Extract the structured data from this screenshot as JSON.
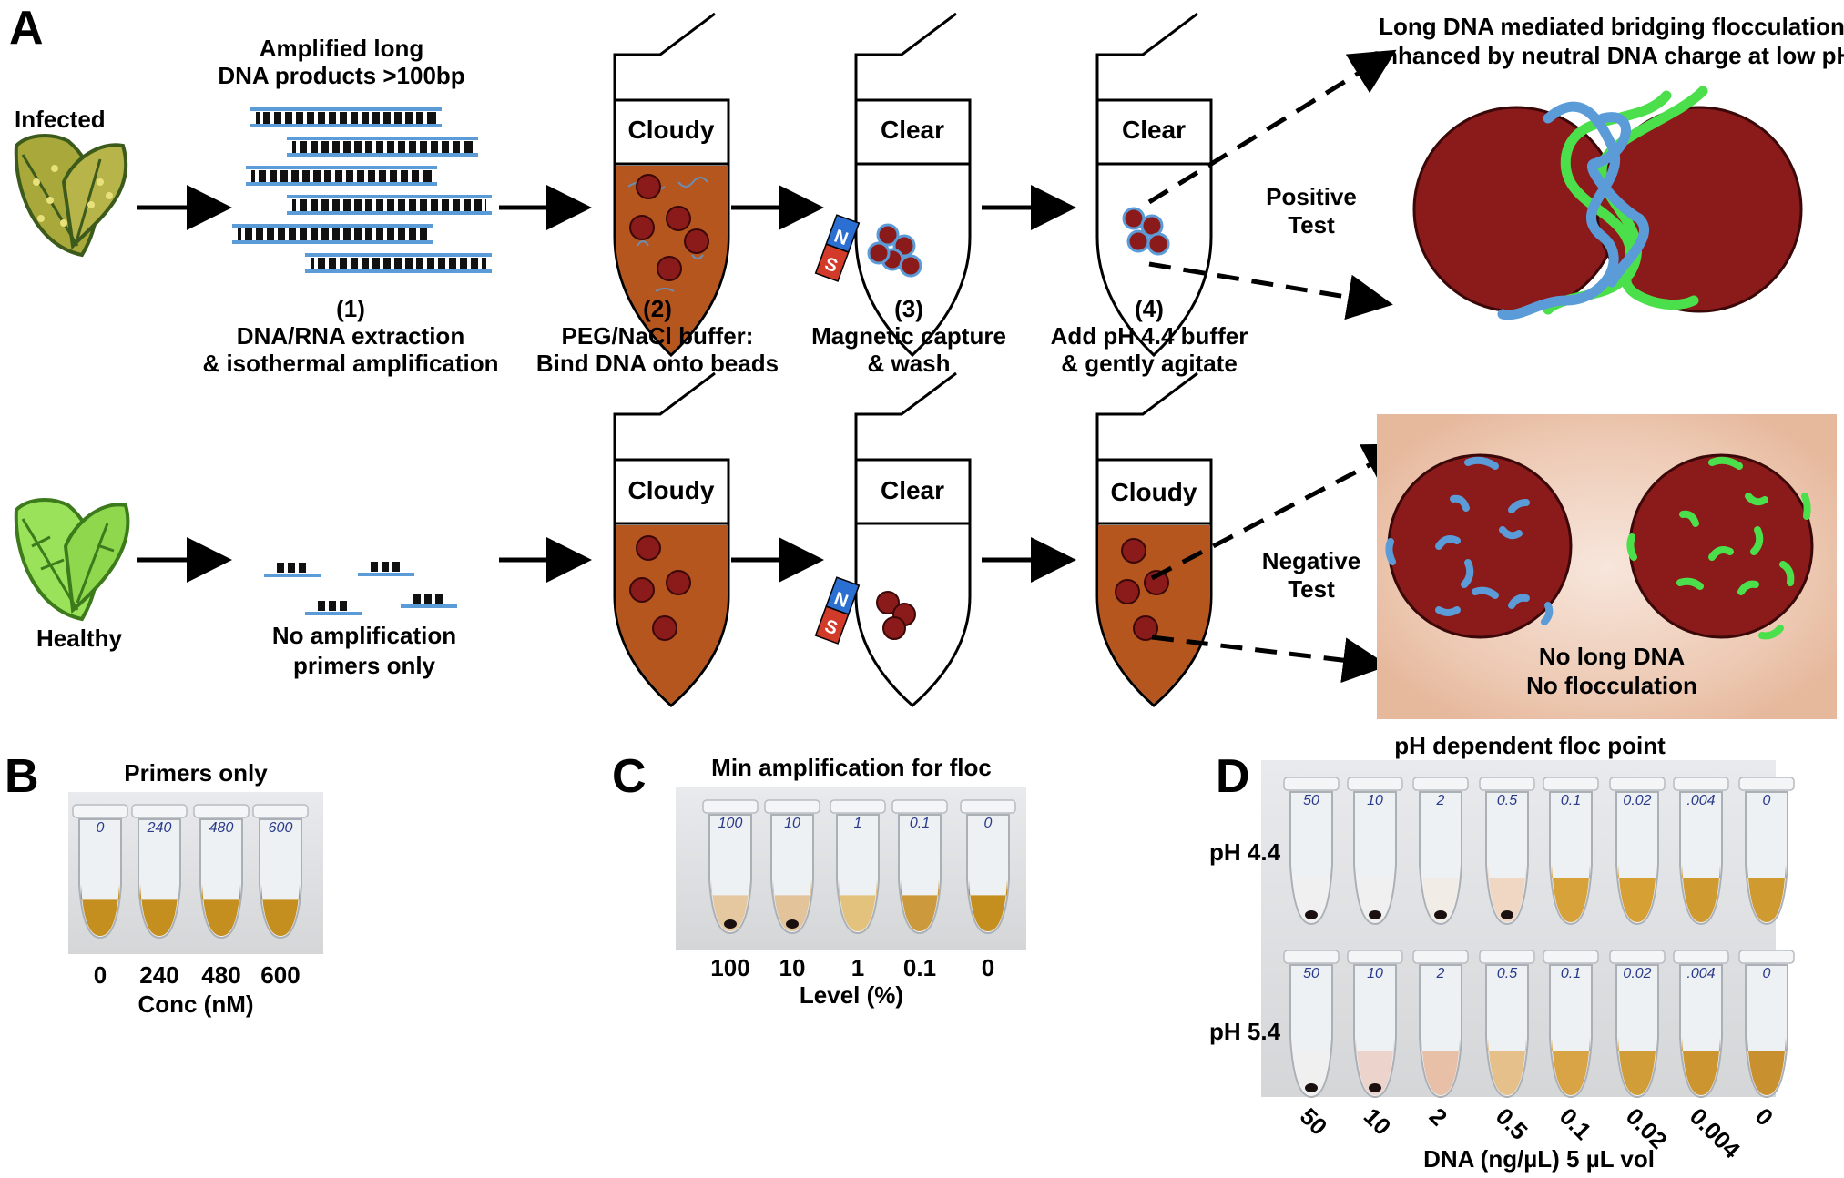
{
  "panels": {
    "A": "A",
    "B": "B",
    "C": "C",
    "D": "D"
  },
  "panelA": {
    "infected_label": "Infected",
    "healthy_label": "Healthy",
    "amplified_title_line1": "Amplified long",
    "amplified_title_line2": "DNA products >100bp",
    "no_amp_line1": "No amplification",
    "no_amp_line2": "primers only",
    "steps": [
      {
        "num": "(1)",
        "line1": "DNA/RNA extraction",
        "line2": "& isothermal amplification"
      },
      {
        "num": "(2)",
        "line1": "PEG/NaCl buffer:",
        "line2": "Bind DNA onto beads"
      },
      {
        "num": "(3)",
        "line1": "Magnetic capture",
        "line2": "& wash"
      },
      {
        "num": "(4)",
        "line1": "Add pH 4.4 buffer",
        "line2": "& gently agitate"
      }
    ],
    "tube_labels_top": [
      "Cloudy",
      "Clear",
      "Clear"
    ],
    "tube_labels_bottom": [
      "Cloudy",
      "Clear",
      "Cloudy"
    ],
    "magnet_n": "N",
    "magnet_s": "S",
    "positive_line1": "Positive",
    "positive_line2": "Test",
    "negative_line1": "Negative",
    "negative_line2": "Test",
    "bridging_line1": "Long DNA mediated bridging flocculation",
    "bridging_line2": "enhanced by neutral DNA charge at low pH",
    "no_long_line1": "No long DNA",
    "no_long_line2": "No flocculation",
    "colors": {
      "bead": "#8b1a1a",
      "liquid": "#b35a2a",
      "dna_blue": "#5a9bd8",
      "dna_green": "#4be04b",
      "magnet_n": "#2a6fd1",
      "magnet_s": "#d23a2a"
    }
  },
  "panelB": {
    "title": "Primers only",
    "tick_labels": [
      "0",
      "240",
      "480",
      "600"
    ],
    "cap_labels": [
      "0",
      "240",
      "480",
      "600"
    ],
    "xlabel": "Conc (nM)"
  },
  "panelC": {
    "title": "Min amplification for floc",
    "tick_labels": [
      "100",
      "10",
      "1",
      "0.1",
      "0"
    ],
    "cap_labels": [
      "100",
      "10",
      "1",
      "0.1",
      "0"
    ],
    "xlabel": "Level (%)"
  },
  "panelD": {
    "title": "pH dependent floc point",
    "row_labels": [
      "pH 4.4",
      "pH 5.4"
    ],
    "tick_labels": [
      "50",
      "10",
      "2",
      "0.5",
      "0.1",
      "0.02",
      "0.004",
      "0"
    ],
    "cap_labels": [
      "50",
      "10",
      "2",
      "0.5",
      "0.1",
      "0.02",
      ".004",
      "0"
    ],
    "xlabel": "DNA (ng/µL) 5 µL vol"
  }
}
